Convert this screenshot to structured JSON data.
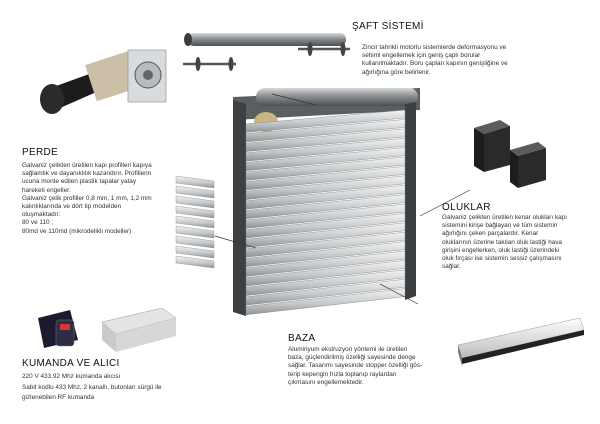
{
  "shaft": {
    "title": "ŞAFT SİSTEMİ",
    "lines": [
      "Zincir tahrikli motorlu sistemlerde deformasyonu ve",
      "sehimi engellemek için geniş çaplı borular",
      "kullanılmaktadır. Boru çapları kapının genişliğine ve",
      "ağırlığına göre belirlenir."
    ]
  },
  "perde": {
    "title": "PERDE",
    "lines": [
      "Galvaniz çelikten üretilen kapı profilleri kapıya",
      "sağlamlık ve dayanıklılık kazandırır. Profillerin",
      "ucuna monte edilen plastik tapalar yatay",
      "hareketi engeller.",
      "Galvaniz çelik profiller 0,8 mm, 1 mm, 1,2 mm",
      "kalınlıklarında ve dört tip modelden",
      "oluşmaktadır:",
      "80 ve  110 ;",
      "80md ve 110md  (mikrodelikli modeller)"
    ]
  },
  "oluklar": {
    "title": "OLUKLAR",
    "lines": [
      "Galvaniz çelikten üretilen kenar olukları kapı",
      "sistemini kirişe bağlayan ve tüm sistemin",
      "ağırlığını çeken parçalardır. Kenar",
      "oluklarının üzerine takılan oluk lastiği hava",
      "girişini engellerken, oluk lastiği üzerindeki",
      "oluk fırçası ise sistemin sessiz çalışmasını",
      "sağlar."
    ]
  },
  "baza": {
    "title": "BAZA",
    "lines": [
      "Aluminyum ekstruzyon yöntemi ile üretilen",
      "baza, güçlendirilmiş özelliği sayesinde denge",
      "sağlar. Tasarımı sayesinde stopper özelliği gös-",
      "terip kepengin hızla toplanıp raylardan",
      "çıkmasını engellemektedir."
    ]
  },
  "kumanda": {
    "title": "KUMANDA VE ALICI",
    "lines": [
      "220 V 433.92 Mhz kumanda alıcısı",
      "Sabit kodlu 433 Mhz, 2 kanallı, butonları sürgü ile",
      "gizlenebilen RF kumanda"
    ]
  },
  "colors": {
    "steel": "#c9ccce",
    "dark": "#1a1a1a",
    "rod": "#6f7478"
  }
}
